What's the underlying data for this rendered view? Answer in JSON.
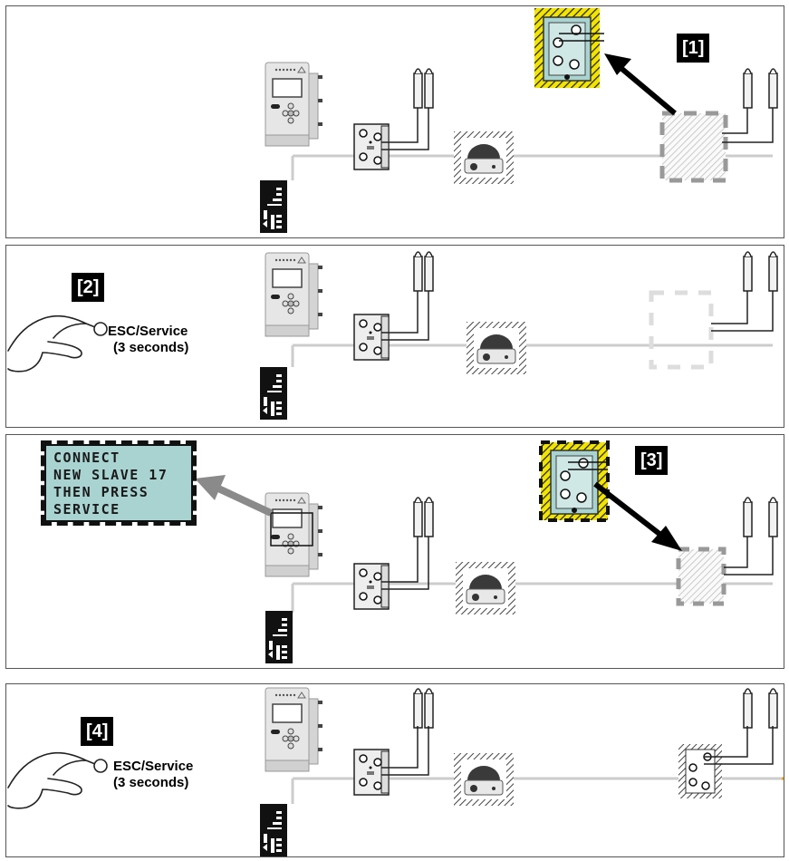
{
  "steps": [
    {
      "badge": "[1]"
    },
    {
      "badge": "[2]",
      "button_label": "ESC/Service",
      "button_hint": "(3 seconds)"
    },
    {
      "badge": "[3]",
      "display_lines": [
        "CONNECT",
        "NEW SLAVE 17",
        "THEN PRESS",
        "SERVICE"
      ]
    },
    {
      "badge": "[4]",
      "button_label": "ESC/Service",
      "button_hint": "(3 seconds)"
    }
  ],
  "colors": {
    "highlight_yellow": "#f2e400",
    "lcd_teal": "#a9d3d1",
    "bus_line": "#cccccc",
    "arrow_black": "#000000",
    "arrow_grey": "#8a8a8a"
  },
  "icons": [
    "controller-unit",
    "power-supply-unit",
    "io-module",
    "emergency-stop-button",
    "sensor-pair",
    "pointing-hand"
  ]
}
